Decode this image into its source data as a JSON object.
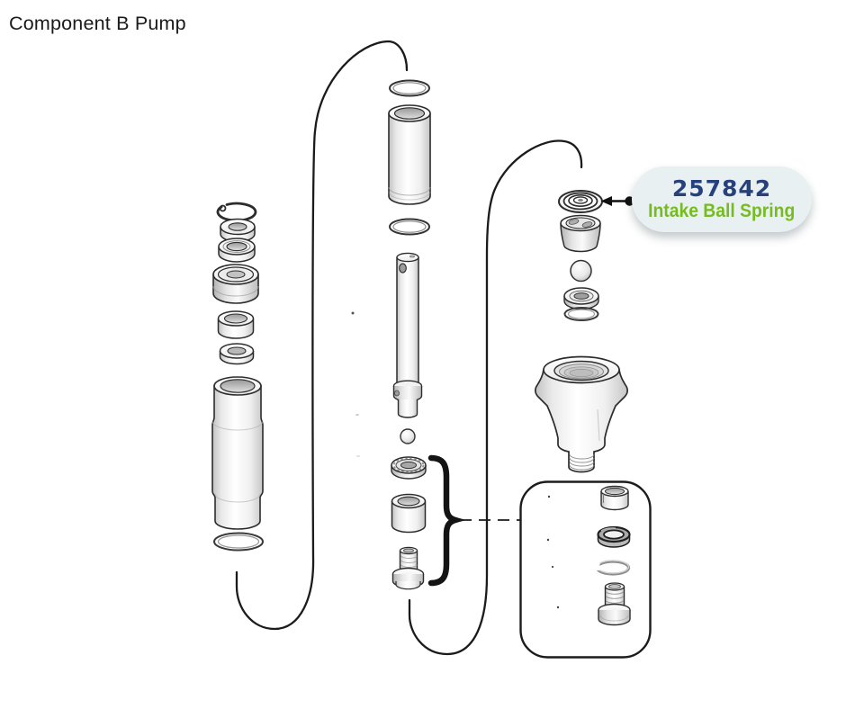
{
  "title": "Component B Pump",
  "callout": {
    "part_number": "257842",
    "part_name": "Intake Ball Spring"
  },
  "colors": {
    "callout_bg": "#e8f0f2",
    "part_number": "#27417d",
    "part_name": "#76bc1f",
    "line_art": "#1b1b1b",
    "background": "#ffffff"
  },
  "diagram": {
    "kind": "exploded-parts-diagram",
    "columns": [
      "throat-packing-stack",
      "piston-rod-assembly",
      "intake-valve-assembly"
    ],
    "detail_box_parts": [
      "small-cylinder",
      "seal-ring",
      "split-ring",
      "valve-fitting"
    ]
  }
}
